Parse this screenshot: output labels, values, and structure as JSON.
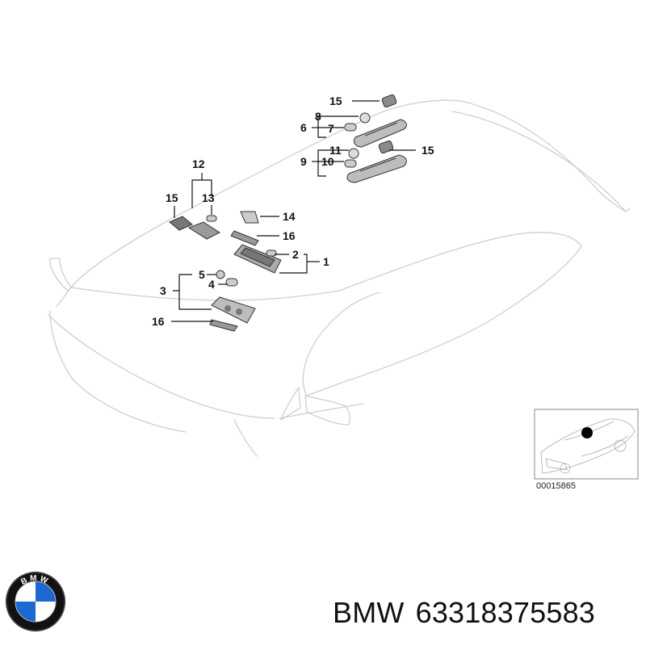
{
  "diagram": {
    "callouts": {
      "c15a": "15",
      "c8": "8",
      "c6": "6",
      "c7": "7",
      "c11": "11",
      "c15b": "15",
      "c9": "9",
      "c10": "10",
      "c12": "12",
      "c15c": "15",
      "c13": "13",
      "c14": "14",
      "c16a": "16",
      "c2": "2",
      "c1": "1",
      "c5": "5",
      "c3": "3",
      "c4": "4",
      "c16b": "16"
    },
    "inset_reference": "00015865"
  },
  "footer": {
    "brand": "BMW",
    "part_number": "63318375583",
    "logo_letters": "BMW"
  },
  "colors": {
    "outline": "#cfcfcf",
    "ink": "#111111",
    "logo_blue": "#1c69d4"
  }
}
